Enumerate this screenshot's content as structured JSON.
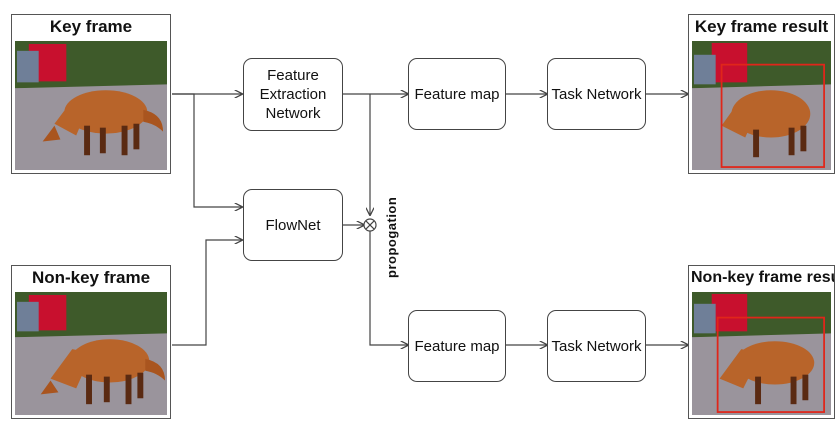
{
  "frames": {
    "key_frame": "Key frame",
    "non_key_frame": "Non-key frame",
    "key_result": "Key frame result",
    "non_key_result": "Non-key frame result"
  },
  "boxes": {
    "feature_extraction": "Feature\nExtraction\nNetwork",
    "flownet": "FlowNet",
    "feature_map_top": "Feature map",
    "feature_map_bottom": "Feature map",
    "task_network_top": "Task Network",
    "task_network_bottom": "Task Network"
  },
  "propagation_label": "propogation",
  "colors": {
    "fox": "#b8642a",
    "grass": "#3e5a2a",
    "gravel": "#8e8a90",
    "sign_red": "#c8102e",
    "detection_box": "#e0261a",
    "arrow": "#444444"
  }
}
